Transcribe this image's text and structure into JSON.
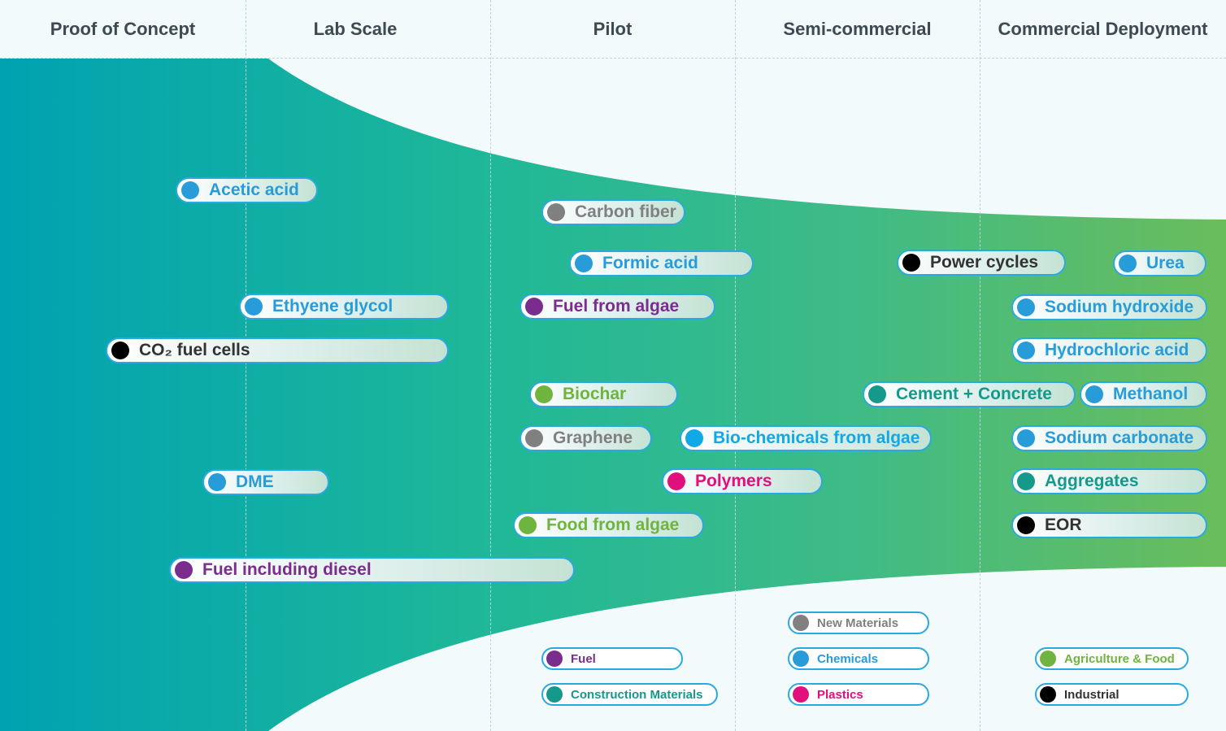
{
  "stages": [
    "Proof of Concept",
    "Lab Scale",
    "Pilot",
    "Semi-commercial",
    "Commercial Deployment"
  ],
  "colors": {
    "Fuel": "#7b2d8e",
    "Construction Materials": "#15998a",
    "New Materials": "#808080",
    "Chemicals": "#279cd9",
    "Plastics": "#e0107c",
    "Agriculture & Food": "#6fb43f",
    "Industrial": "#000000",
    "Chemicals (bright)": "#12a8e6",
    "Outline": "#2aa9e0",
    "Industrial text": "#333333"
  },
  "funnel_gradient": [
    "#00a2b2",
    "#1fb898",
    "#3fbb86",
    "#6abd5b"
  ],
  "items": [
    {
      "label": "Acetic acid",
      "category": "Chemicals"
    },
    {
      "label": "Carbon fiber",
      "category": "New Materials"
    },
    {
      "label": "Formic acid",
      "category": "Chemicals"
    },
    {
      "label": "Power cycles",
      "category": "Industrial"
    },
    {
      "label": "Urea",
      "category": "Chemicals"
    },
    {
      "label": "Ethyene glycol",
      "category": "Chemicals"
    },
    {
      "label": "Fuel from algae",
      "category": "Fuel"
    },
    {
      "label": "Sodium hydroxide",
      "category": "Chemicals"
    },
    {
      "label": "CO₂ fuel cells",
      "category": "Industrial"
    },
    {
      "label": "Hydrochloric acid",
      "category": "Chemicals"
    },
    {
      "label": "Biochar",
      "category": "Agriculture & Food"
    },
    {
      "label": "Cement + Concrete",
      "category": "Construction Materials"
    },
    {
      "label": "Methanol",
      "category": "Chemicals"
    },
    {
      "label": "Graphene",
      "category": "New Materials"
    },
    {
      "label": "Bio-chemicals from algae",
      "category": "Chemicals (bright)"
    },
    {
      "label": "Sodium carbonate",
      "category": "Chemicals"
    },
    {
      "label": "DME",
      "category": "Chemicals"
    },
    {
      "label": "Polymers",
      "category": "Plastics"
    },
    {
      "label": "Aggregates",
      "category": "Construction Materials"
    },
    {
      "label": "Food from algae",
      "category": "Agriculture & Food"
    },
    {
      "label": "EOR",
      "category": "Industrial"
    },
    {
      "label": "Fuel including diesel",
      "category": "Fuel"
    }
  ],
  "legend": [
    {
      "label": "New Materials",
      "category": "New Materials"
    },
    {
      "label": "Fuel",
      "category": "Fuel"
    },
    {
      "label": "Chemicals",
      "category": "Chemicals"
    },
    {
      "label": "Agriculture & Food",
      "category": "Agriculture & Food"
    },
    {
      "label": "Construction Materials",
      "category": "Construction Materials"
    },
    {
      "label": "Plastics",
      "category": "Plastics"
    },
    {
      "label": "Industrial",
      "category": "Industrial"
    }
  ]
}
